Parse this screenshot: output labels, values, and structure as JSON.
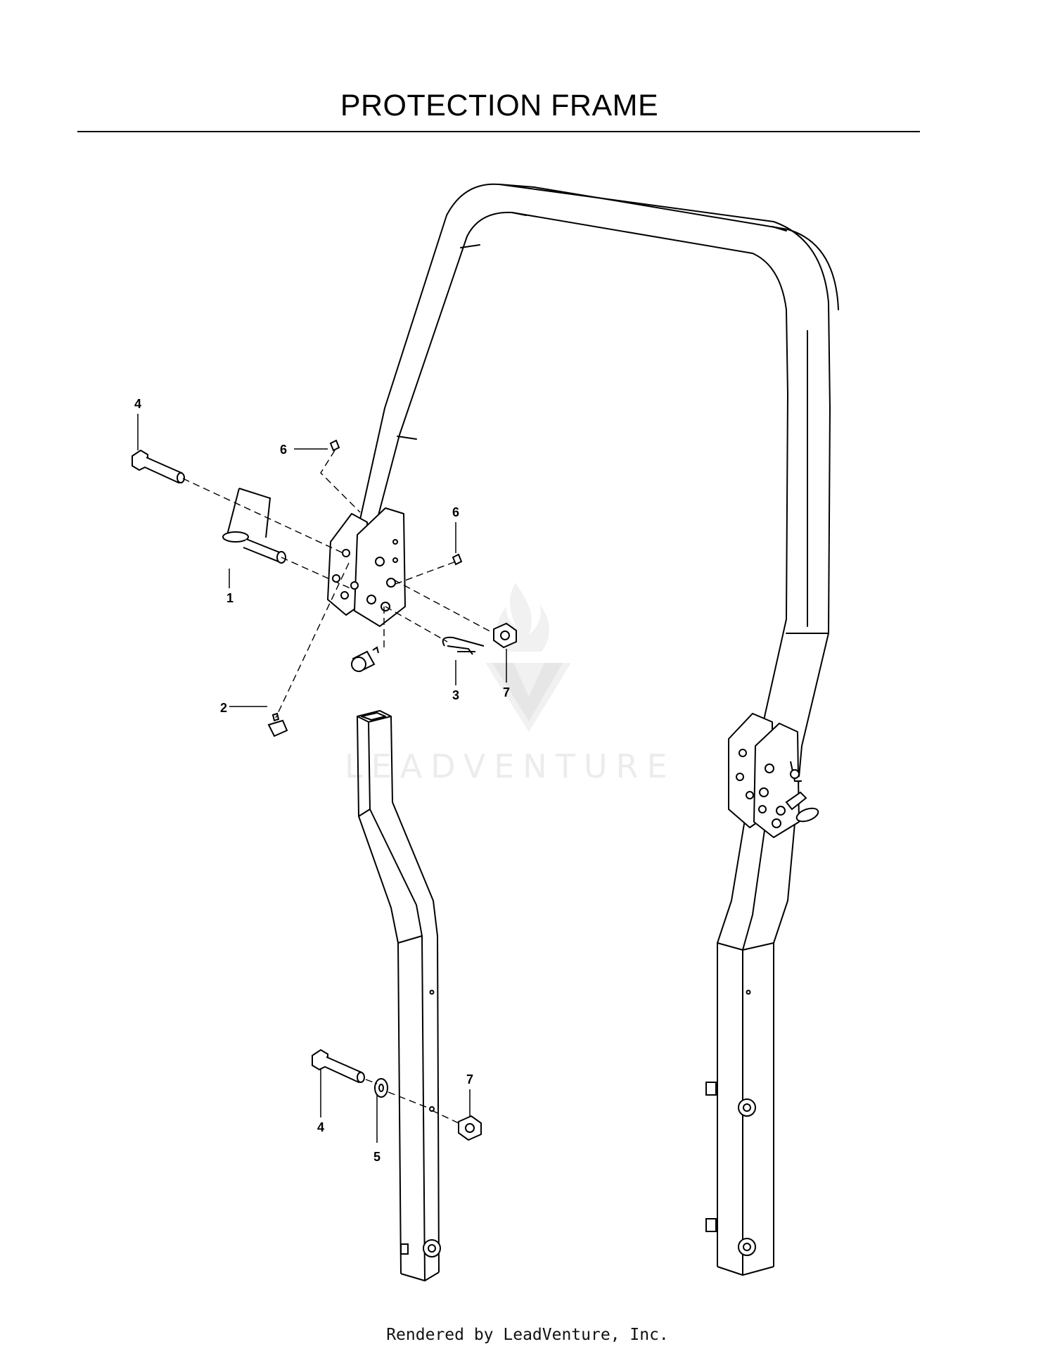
{
  "title": "PROTECTION FRAME",
  "watermark": "LEADVENTURE",
  "footer": "Rendered by LeadVenture, Inc.",
  "callouts": {
    "c1": "1",
    "c2": "2",
    "c3": "3",
    "c4_top": "4",
    "c4_bottom": "4",
    "c5": "5",
    "c6_left": "6",
    "c6_right": "6",
    "c7_top": "7",
    "c7_bottom": "7"
  }
}
